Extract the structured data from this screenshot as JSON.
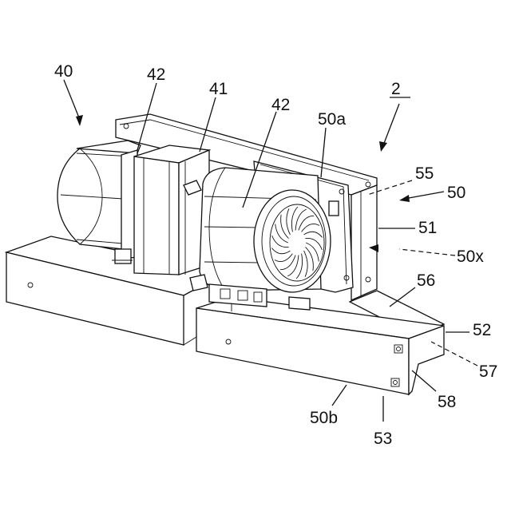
{
  "labels": {
    "l40": "40",
    "l42a": "42",
    "l41": "41",
    "l42b": "42",
    "l50a": "50a",
    "l2": "2",
    "l55": "55",
    "l50": "50",
    "l51": "51",
    "l50x": "50x",
    "l56": "56",
    "l52": "52",
    "l57": "57",
    "l58": "58",
    "l50b": "50b",
    "l53": "53"
  }
}
